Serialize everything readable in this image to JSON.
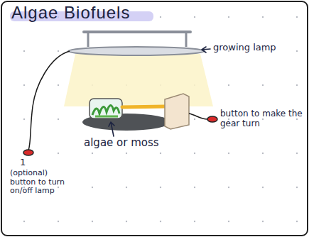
{
  "diagram": {
    "title": "Algae Biofuels",
    "labels": [
      "growing lamp",
      "algae or moss",
      "button to make the gear turn",
      "1",
      "(optional) button to turn on/off lamp"
    ]
  }
}
